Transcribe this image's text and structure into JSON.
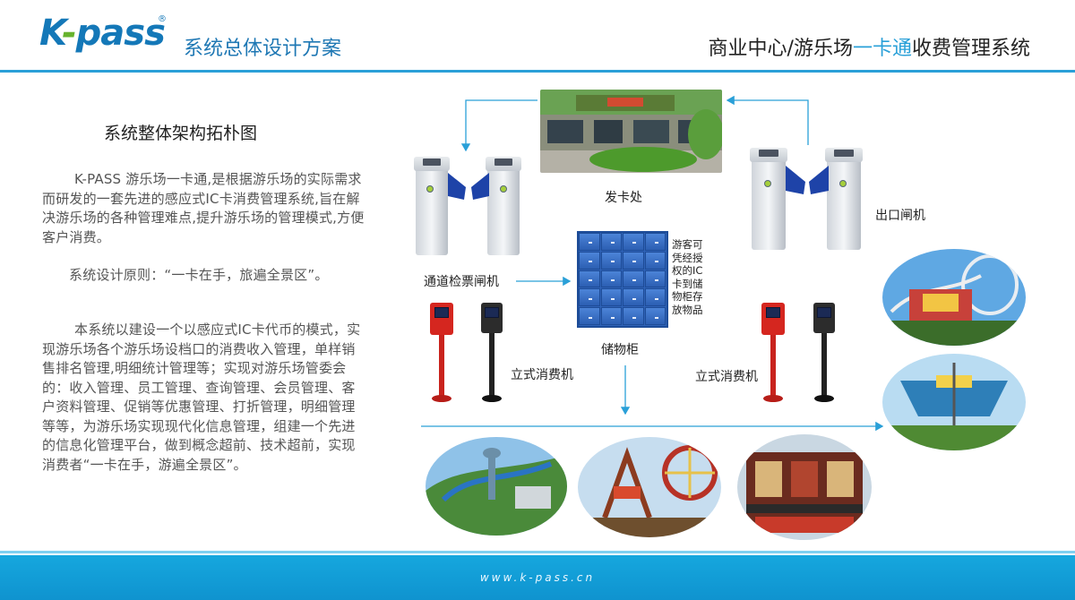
{
  "header": {
    "logo_text_k": "K",
    "logo_text_dash": "-",
    "logo_text_rest": "pass",
    "logo_reg": "®",
    "subtitle": "系统总体设计方案",
    "right_title_pre": "商业中心/游乐场",
    "right_title_hl": "一卡通",
    "right_title_post": "收费管理系统"
  },
  "left_panel": {
    "title": "系统整体架构拓朴图",
    "para1": "K-PASS 游乐场一卡通,是根据游乐场的实际需求而研发的一套先进的感应式IC卡消费管理系统,旨在解决游乐场的各种管理难点,提升游乐场的管理模式,方便客户消费。",
    "para2": "系统设计原则：“一卡在手，旅遍全景区”。",
    "para3": "本系统以建设一个以感应式IC卡代币的模式，实现游乐场各个游乐场设档口的消费收入管理，单样销售排名管理,明细统计管理等；实现对游乐场管委会的：收入管理、员工管理、查询管理、会员管理、客户资料管理、促销等优惠管理、打折管理，明细管理等等，为游乐场实现现代化信息管理，组建一个先进的信息化管理平台，做到概念超前、技术超前，实现消费者“一卡在手，游遍全景区”。"
  },
  "diagram": {
    "card_office": "发卡处",
    "entry_gate": "通道检票闸机",
    "exit_gate": "出口闸机",
    "locker": "储物柜",
    "locker_note": "游客可凭经授权的IC卡到储物柜存放物品",
    "stand_machine_left": "立式消费机",
    "stand_machine_right": "立式消费机"
  },
  "footer": {
    "url": "www.k-pass.cn"
  },
  "colors": {
    "accent": "#2aa0d8",
    "footer": "#13a0d8",
    "logo_blue": "#1478b8",
    "logo_green": "#67b32e"
  }
}
